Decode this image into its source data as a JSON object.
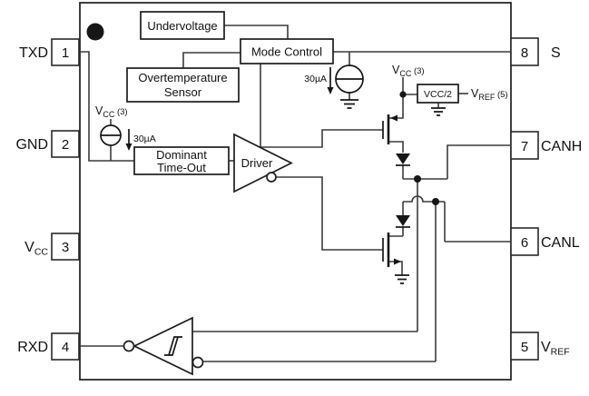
{
  "pins": {
    "left": [
      {
        "number": "1",
        "label": "TXD"
      },
      {
        "number": "2",
        "label": "GND"
      },
      {
        "number": "3",
        "label_sym": "V",
        "label_sub": "CC"
      },
      {
        "number": "4",
        "label": "RXD"
      }
    ],
    "right": [
      {
        "number": "8",
        "label": "S"
      },
      {
        "number": "7",
        "label": "CANH"
      },
      {
        "number": "6",
        "label": "CANL"
      },
      {
        "number": "5",
        "label_sym": "V",
        "label_sub": "REF"
      }
    ]
  },
  "blocks": {
    "undervoltage": "Undervoltage",
    "mode_control": "Mode Control",
    "overtemperature_line1": "Overtemperature",
    "overtemperature_line2": "Sensor",
    "dominant_timeout_line1": "Dominant",
    "dominant_timeout_line2": "Time-Out",
    "driver": "Driver",
    "vcc_divider": "VCC/2"
  },
  "labels": {
    "vcc_left": {
      "sym": "V",
      "sub": "CC",
      "pin": " (3)"
    },
    "vcc_right": {
      "sym": "V",
      "sub": "CC",
      "pin": " (3)"
    },
    "bias_left": "30µA",
    "bias_right": "30µA",
    "vref_out": {
      "sym": "V",
      "sub": "REF",
      "pin": " (5)"
    }
  },
  "colors": {
    "stroke": "#1d1d1d",
    "wire": "#3b3b3b",
    "background": "#ffffff"
  }
}
